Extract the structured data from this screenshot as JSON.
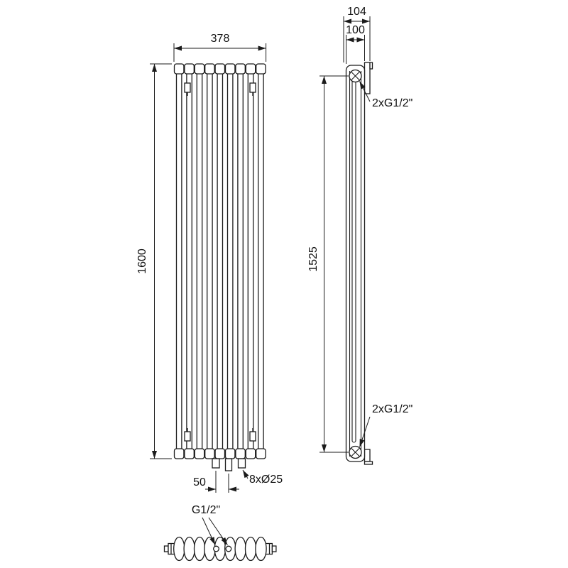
{
  "front_view": {
    "width": "378",
    "height": "1600",
    "pipe_spacing": "50",
    "connections": "8xØ25"
  },
  "side_view": {
    "depth_overall": "104",
    "depth": "100",
    "height": "1525",
    "connection_top": "2xG1/2\"",
    "connection_bottom": "2xG1/2\""
  },
  "bottom_view": {
    "connection": "G1/2\""
  }
}
